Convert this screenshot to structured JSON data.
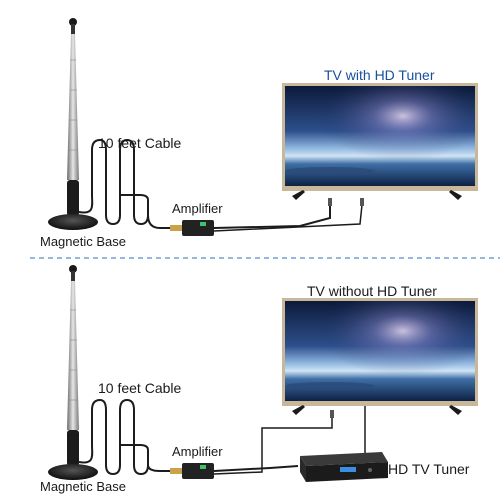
{
  "top": {
    "tv_label": "TV with HD Tuner",
    "cable_label": "10 feet Cable",
    "amplifier_label": "Amplifier",
    "base_label": "Magnetic Base"
  },
  "bottom": {
    "tv_label": "TV without HD Tuner",
    "cable_label": "10 feet Cable",
    "amplifier_label": "Amplifier",
    "base_label": "Magnetic Base",
    "tuner_label": "HD TV Tuner"
  },
  "colors": {
    "label_blue": "#1a4f9c",
    "divider": "#6fa3d6",
    "cable": "#1c1c1c",
    "tv_frame": "#c9b79a"
  }
}
